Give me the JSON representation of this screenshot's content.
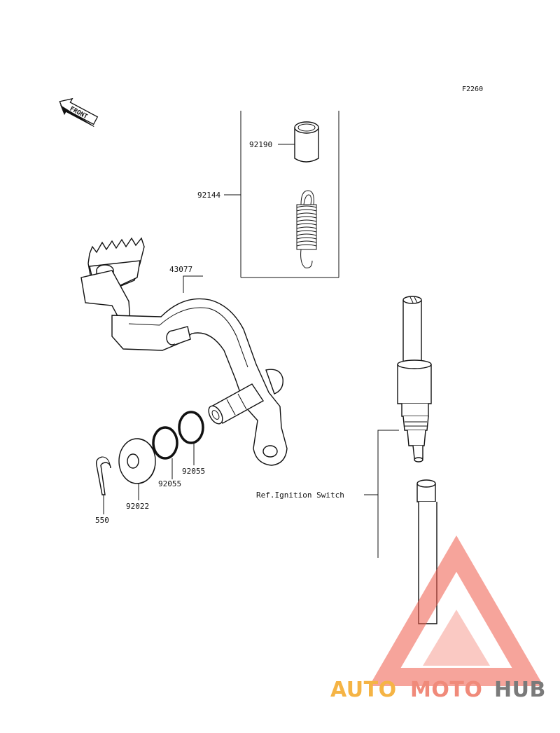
{
  "figure_code": "F2260",
  "front_label": "FRONT",
  "parts": {
    "sleeve": "92190",
    "spring_set": "92144",
    "brake_pedal": "43077",
    "o_ring_upper": "92055",
    "o_ring_lower": "92055",
    "washer": "92022",
    "cotter_pin": "550"
  },
  "reference_label": "Ref.Ignition Switch",
  "watermark": {
    "auto": "AUTO",
    "moto": "MOTO",
    "hub": "HUB",
    "colors": {
      "auto": "#f5b445",
      "moto": "#f08a7a",
      "hub": "#7a7a7a",
      "triangle": "#f05a4a"
    }
  }
}
